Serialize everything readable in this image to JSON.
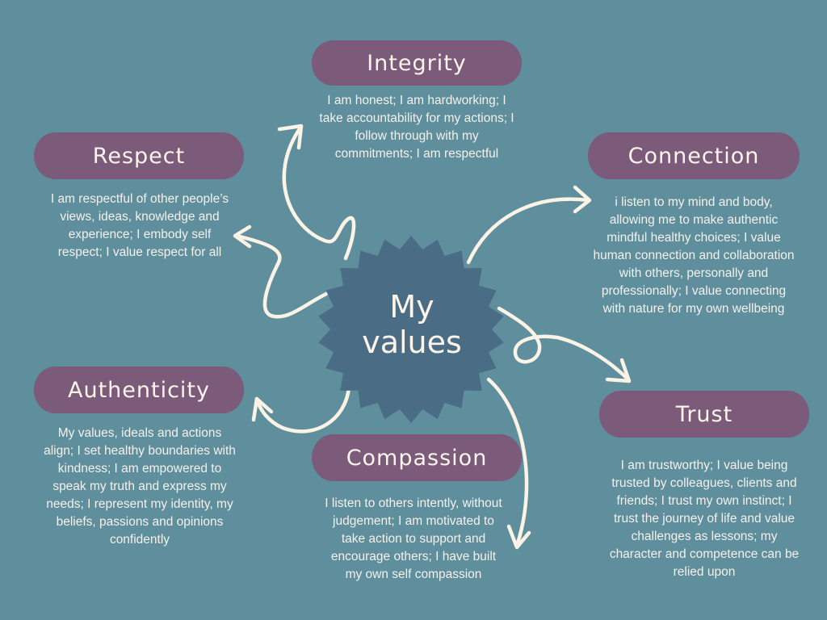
{
  "center": {
    "line1": "My",
    "line2": "values"
  },
  "nodes": {
    "integrity": {
      "title": "Integrity",
      "text": "I am honest; I am hardworking; I take accountability for my actions; I follow through with my commitments; I am respectful"
    },
    "respect": {
      "title": "Respect",
      "text": "I am respectful of other people’s views, ideas, knowledge and experience; I embody self respect; I value respect for all"
    },
    "connection": {
      "title": "Connection",
      "text": "i listen to my mind and body, allowing me to make authentic mindful healthy choices; I value human connection and collaboration with others, personally and professionally; I value connecting with nature for my own wellbeing"
    },
    "authenticity": {
      "title": "Authenticity",
      "text": "My values, ideals and actions align; I set healthy boundaries with kindness; I am empowered to speak my truth and express my needs; I represent my identity, my beliefs, passions and opinions confidently"
    },
    "compassion": {
      "title": "Compassion",
      "text": "I listen to others intently, without judgement; I am motivated to take action to support and encourage others; I have built my own self compassion"
    },
    "trust": {
      "title": "Trust",
      "text": "I am trustworthy; I value being trusted by colleagues, clients and friends; I trust my own instinct; I trust the journey of life and value challenges as lessons; my character and competence can be relied upon"
    }
  },
  "colors": {
    "background": "#5f8f9d",
    "pill": "#7b5a7a",
    "badge": "#4a6d85",
    "arrow": "#fbf3e6",
    "text": "#f5f0ea"
  }
}
